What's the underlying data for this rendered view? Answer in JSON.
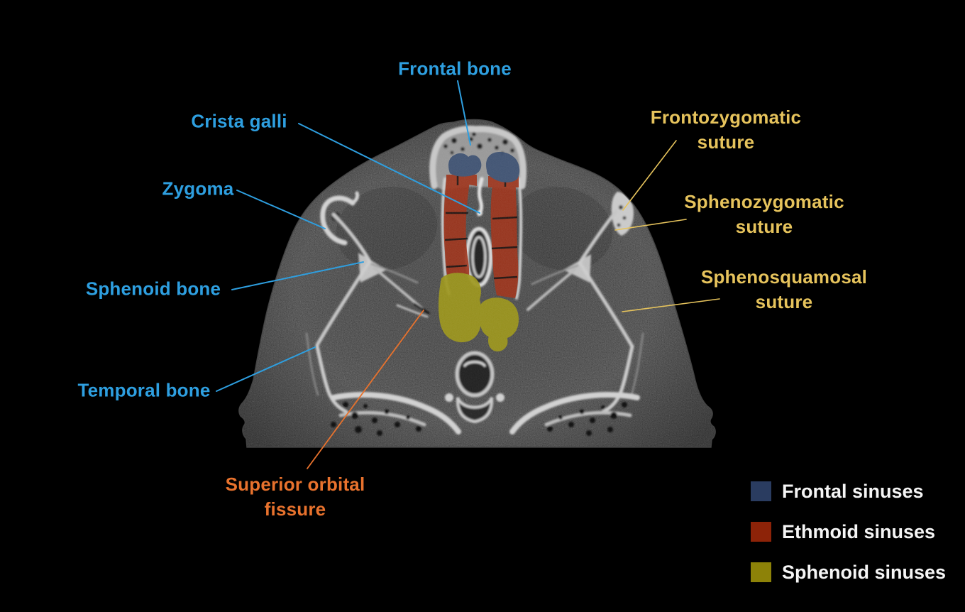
{
  "colors": {
    "background": "#000000",
    "bone_label_blue": "#2E9FE0",
    "suture_label_gold": "#E6C35C",
    "fissure_label_orange": "#E8722D",
    "legend_text_white": "#F5F5F5",
    "frontal_sinus_blue": "#31476B",
    "ethmoid_sinus_red": "#9A2A10",
    "sphenoid_sinus_olive": "#99920F"
  },
  "annotations": {
    "bones": [
      {
        "id": "frontal-bone",
        "label": "Frontal bone"
      },
      {
        "id": "crista-galli",
        "label": "Crista galli"
      },
      {
        "id": "zygoma",
        "label": "Zygoma"
      },
      {
        "id": "sphenoid-bone",
        "label": "Sphenoid bone"
      },
      {
        "id": "temporal-bone",
        "label": "Temporal bone"
      }
    ],
    "sutures": [
      {
        "id": "frontozygomatic-suture",
        "label": "Frontozygomatic suture"
      },
      {
        "id": "sphenozygomatic-suture",
        "label": "Sphenozygomatic suture"
      },
      {
        "id": "sphenosquamosal-suture",
        "label": "Sphenosquamosal suture"
      }
    ],
    "fissures": [
      {
        "id": "superior-orbital-fissure",
        "label": "Superior orbital fissure"
      }
    ]
  },
  "legend": {
    "items": [
      {
        "label": "Frontal sinuses",
        "color": "#2A3C60"
      },
      {
        "label": "Ethmoid sinuses",
        "color": "#8D2308"
      },
      {
        "label": "Sphenoid sinuses",
        "color": "#8D8208"
      }
    ]
  }
}
